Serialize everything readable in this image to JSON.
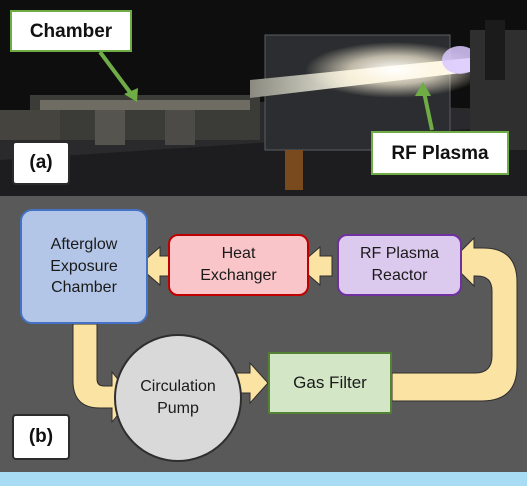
{
  "photo": {
    "label_chamber": "Chamber",
    "label_rf_plasma": "RF Plasma",
    "panel_label": "(a)"
  },
  "diagram": {
    "panel_label": "(b)",
    "nodes": {
      "afterglow": "Afterglow\nExposure\nChamber",
      "heat_exchanger": "Heat\nExchanger",
      "rf_reactor": "RF Plasma\nReactor",
      "pump": "Circulation\nPump",
      "gas_filter": "Gas Filter"
    }
  },
  "colors": {
    "callout_border": "#6fac46",
    "afterglow_fill": "#b4c6e7",
    "heat_exchanger_fill": "#f9c5c9",
    "rf_reactor_fill": "#dcc9ee",
    "pump_fill": "#d9d9d9",
    "gas_filter_fill": "#d3e7c6",
    "arrow_fill": "#fbe3a3"
  }
}
